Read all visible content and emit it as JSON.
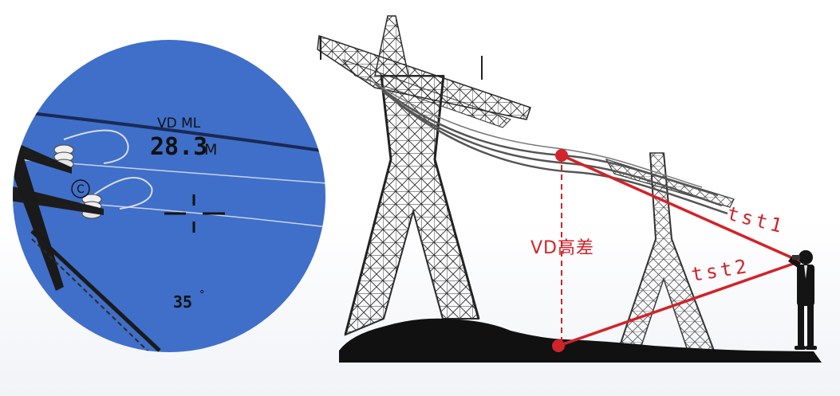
{
  "viewfinder": {
    "mode_label": "VD ML",
    "reading_value": "28.3",
    "reading_unit": "M",
    "angle_value": "35",
    "angle_unit": "°",
    "mode_icon": "C",
    "sky_color": "#3f6fc9"
  },
  "diagram": {
    "vd_label": "VD高差",
    "tst1_label": "tst1",
    "tst2_label": "tst2",
    "accent_color": "#d2232a",
    "ground_color": "#111111"
  }
}
